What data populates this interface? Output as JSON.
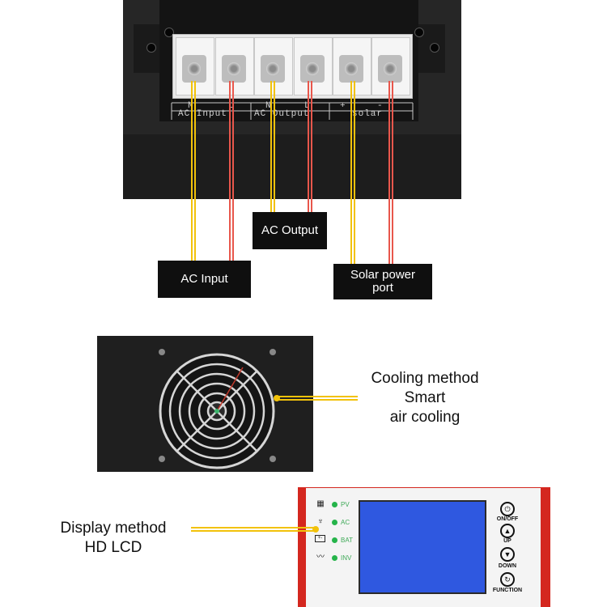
{
  "terminals": {
    "labels": [
      "N",
      "L",
      "N",
      "L",
      "+",
      "-"
    ],
    "groups": [
      "AC Input",
      "AC Output",
      "solar"
    ]
  },
  "callouts": {
    "ac_input": "AC Input",
    "ac_output": "AC Output",
    "solar_line1": "Solar power",
    "solar_line2": "port"
  },
  "cooling": {
    "line1": "Cooling method",
    "line2": "Smart",
    "line3": "air cooling"
  },
  "display": {
    "line1": "Display method",
    "line2": "HD LCD"
  },
  "indicators": [
    {
      "icon": "solar-panel-icon",
      "label": "PV"
    },
    {
      "icon": "pylon-icon",
      "label": "AC"
    },
    {
      "icon": "battery-icon",
      "label": "BAT"
    },
    {
      "icon": "wave-icon",
      "label": "INV"
    }
  ],
  "buttons": [
    {
      "icon": "power-icon",
      "label": "ON/OFF"
    },
    {
      "icon": "up-icon",
      "label": "UP"
    },
    {
      "icon": "down-icon",
      "label": "DOWN"
    },
    {
      "icon": "function-icon",
      "label": "FUNCTION"
    }
  ],
  "colors": {
    "wire_yellow": "#f2c20a",
    "wire_red": "#e8574c",
    "lcd_blue": "#2f58e0",
    "case_red": "#d4271f",
    "led_green": "#25b44a"
  }
}
